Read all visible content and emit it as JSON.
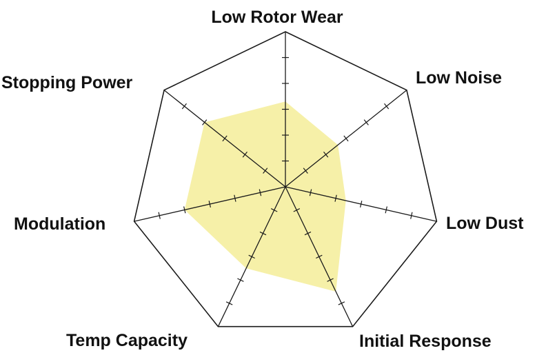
{
  "chart_data": {
    "type": "radar",
    "title": "",
    "axes": [
      "Low Rotor Wear",
      "Low Noise",
      "Low Dust",
      "Initial Response",
      "Temp Capacity",
      "Modulation",
      "Stopping Power"
    ],
    "range": [
      0,
      6
    ],
    "tick_step": 1,
    "series": [
      {
        "values": [
          3.3,
          2.6,
          2.4,
          4.5,
          3.5,
          4.0,
          4.0
        ],
        "color": "#f6f0a8"
      }
    ],
    "grid": "outer-frame-only",
    "legend": "none",
    "colors": {
      "line": "#1a1a1a",
      "fill": "#f6f0a8",
      "text": "#111111"
    }
  }
}
